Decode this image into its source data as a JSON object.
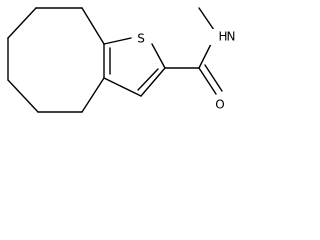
{
  "molecule": {
    "atoms": {
      "sulfur": "S",
      "nitrogen_hydrogen": "H",
      "nitrogen": "N",
      "oxygen": "O"
    },
    "colors": {
      "bond": "#000000",
      "label": "#000000",
      "background": "#ffffff"
    }
  }
}
